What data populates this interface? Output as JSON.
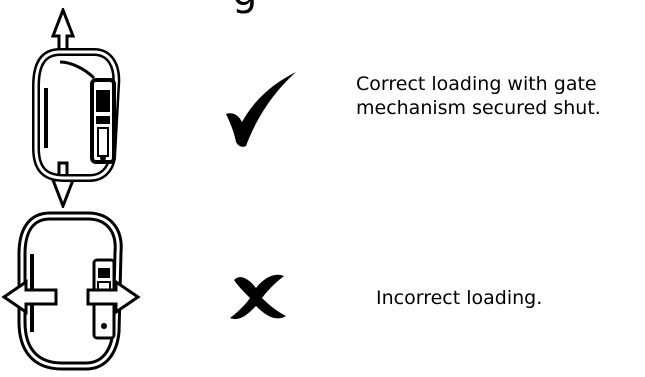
{
  "title_fragment": "g",
  "rows": [
    {
      "status": "correct",
      "mark_icon": "check-mark-icon",
      "caption": "Correct loading with gate mechanism secured shut."
    },
    {
      "status": "incorrect",
      "mark_icon": "cross-mark-icon",
      "caption": "Incorrect loading."
    }
  ],
  "colors": {
    "ink": "#000000",
    "background": "#ffffff",
    "arrow_fill": "#ffffff"
  }
}
